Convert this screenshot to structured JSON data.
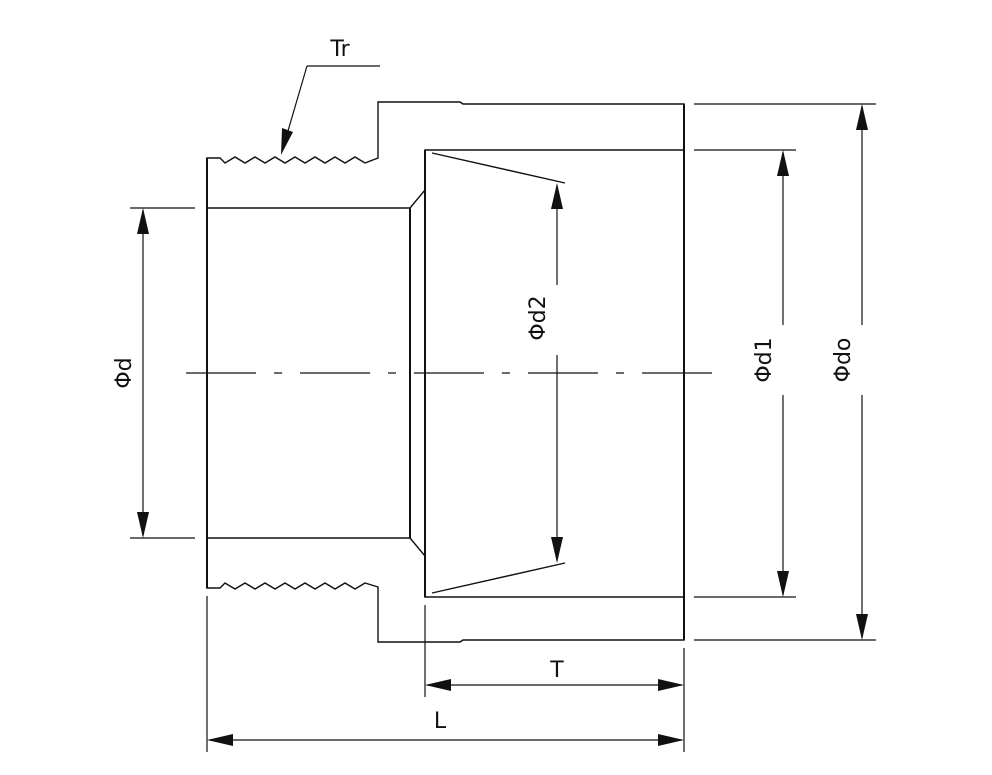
{
  "labels": {
    "thread": "Tr",
    "inner_diameter": "Φd",
    "socket_entry_diameter": "Φd2",
    "socket_diameter": "Φd1",
    "outer_diameter": "Φdo",
    "socket_depth": "T",
    "total_length": "L"
  },
  "colors": {
    "line": "#111111",
    "background": "#ffffff"
  }
}
